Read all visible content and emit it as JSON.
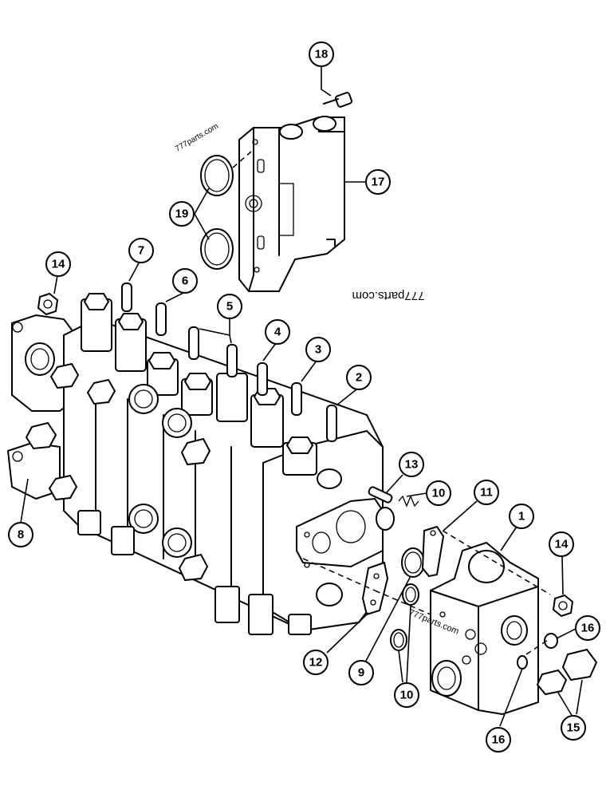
{
  "watermarks": [
    {
      "id": "wm-top",
      "text": "777parts.com"
    },
    {
      "id": "wm-mid",
      "text": "777parts.com"
    },
    {
      "id": "wm-bottom",
      "text": "777parts.com"
    }
  ],
  "callouts": [
    {
      "id": "c18",
      "label": "18"
    },
    {
      "id": "c17",
      "label": "17"
    },
    {
      "id": "c19",
      "label": "19"
    },
    {
      "id": "c14a",
      "label": "14"
    },
    {
      "id": "c7",
      "label": "7"
    },
    {
      "id": "c6",
      "label": "6"
    },
    {
      "id": "c5",
      "label": "5"
    },
    {
      "id": "c4",
      "label": "4"
    },
    {
      "id": "c3",
      "label": "3"
    },
    {
      "id": "c2",
      "label": "2"
    },
    {
      "id": "c8",
      "label": "8"
    },
    {
      "id": "c13",
      "label": "13"
    },
    {
      "id": "c10a",
      "label": "10"
    },
    {
      "id": "c11",
      "label": "11"
    },
    {
      "id": "c1",
      "label": "1"
    },
    {
      "id": "c14b",
      "label": "14"
    },
    {
      "id": "c16a",
      "label": "16"
    },
    {
      "id": "c12",
      "label": "12"
    },
    {
      "id": "c9",
      "label": "9"
    },
    {
      "id": "c10b",
      "label": "10"
    },
    {
      "id": "c15",
      "label": "15"
    },
    {
      "id": "c16b",
      "label": "16"
    }
  ]
}
